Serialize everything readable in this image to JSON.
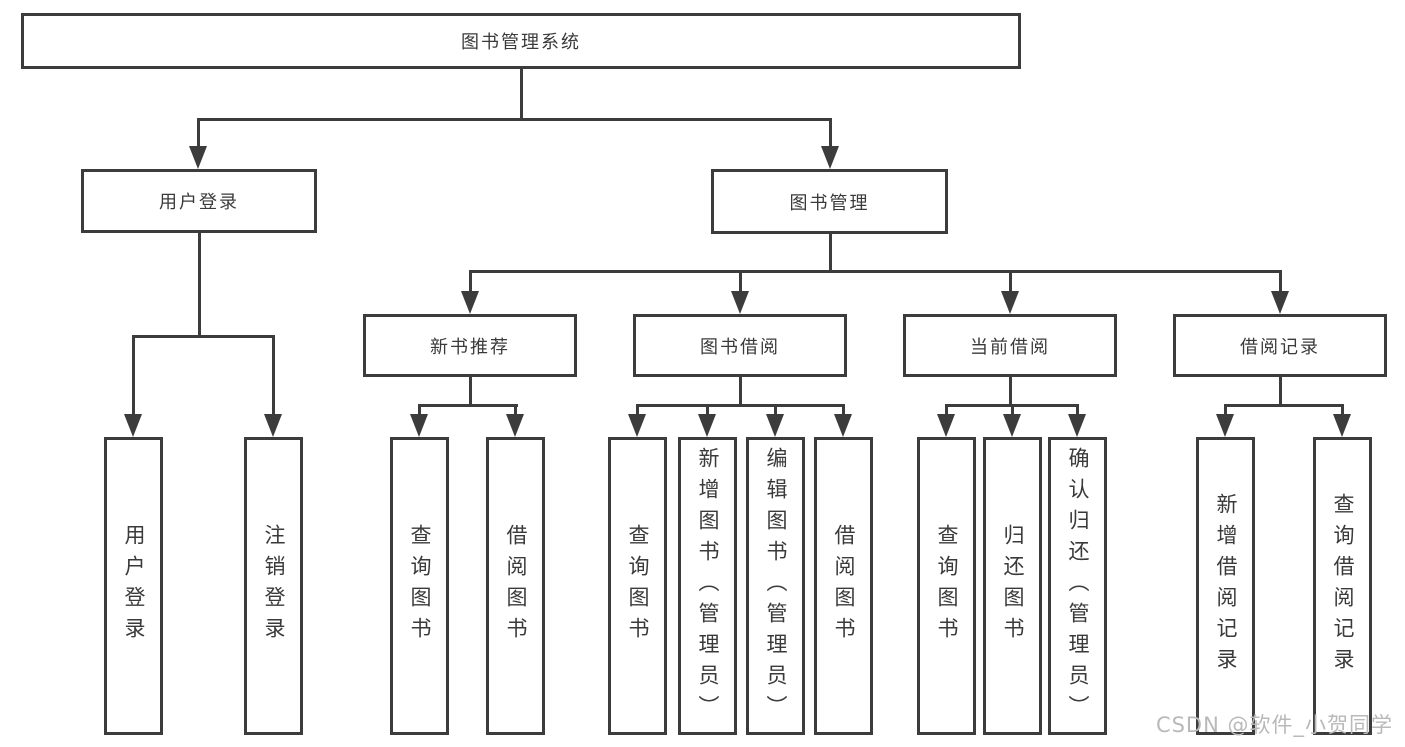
{
  "diagram_title": "图书管理系统",
  "tree": {
    "label": "图书管理系统",
    "children": [
      {
        "label": "用户登录",
        "children": [
          {
            "label": "用户登录"
          },
          {
            "label": "注销登录"
          }
        ]
      },
      {
        "label": "图书管理",
        "children": [
          {
            "label": "新书推荐",
            "children": [
              {
                "label": "查询图书"
              },
              {
                "label": "借阅图书"
              }
            ]
          },
          {
            "label": "图书借阅",
            "children": [
              {
                "label": "查询图书"
              },
              {
                "label": "新增图书（管理员）"
              },
              {
                "label": "编辑图书（管理员）"
              },
              {
                "label": "借阅图书"
              }
            ]
          },
          {
            "label": "当前借阅",
            "children": [
              {
                "label": "查询图书"
              },
              {
                "label": "归还图书"
              },
              {
                "label": "确认归还（管理员）"
              }
            ]
          },
          {
            "label": "借阅记录",
            "children": [
              {
                "label": "新增借阅记录"
              },
              {
                "label": "查询借阅记录"
              }
            ]
          }
        ]
      }
    ]
  },
  "watermark": {
    "text": "CSDN @软件_小贺同学"
  },
  "colors": {
    "line": "#3c3c3c",
    "text": "#3a3a3a",
    "background": "#ffffff",
    "watermark": "#b9b9b9"
  }
}
